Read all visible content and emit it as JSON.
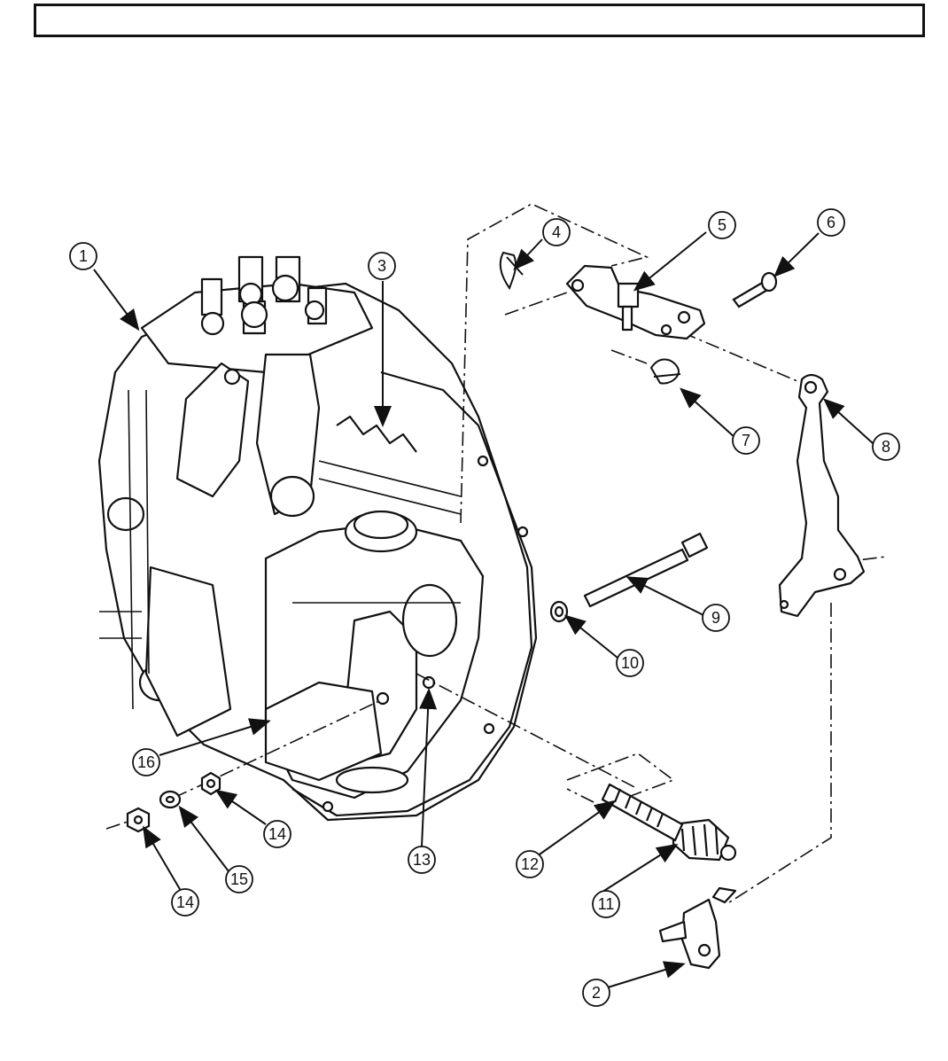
{
  "header": {
    "title": ""
  },
  "callouts": {
    "c1": "1",
    "c2": "2",
    "c3": "3",
    "c4": "4",
    "c5": "5",
    "c6": "6",
    "c7": "7",
    "c8": "8",
    "c9": "9",
    "c10": "10",
    "c11": "11",
    "c12": "12",
    "c13": "13",
    "c14a": "14",
    "c14b": "14",
    "c15": "15",
    "c16": "16"
  },
  "colors": {
    "ink": "#111111",
    "paper": "#ffffff"
  }
}
